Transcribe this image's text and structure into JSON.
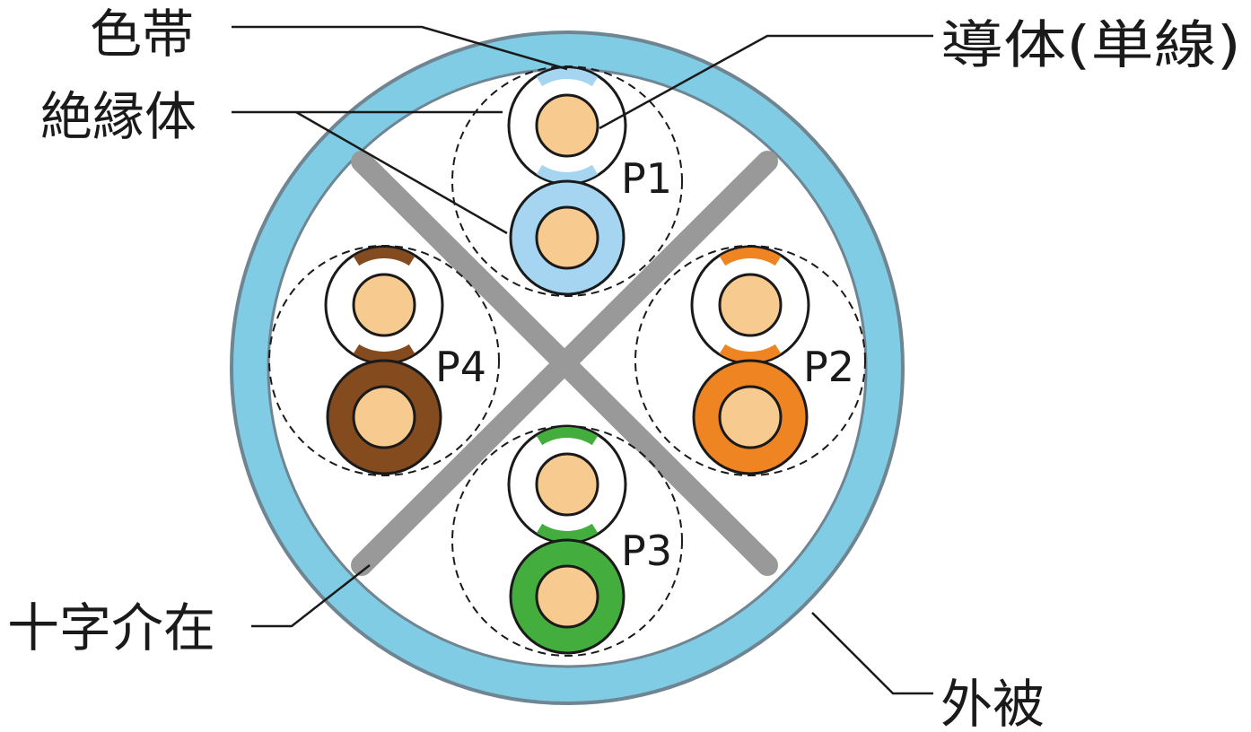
{
  "labels": {
    "color_band": "色帯",
    "insulator": "絶縁体",
    "conductor": "導体(単線)",
    "cross_separator": "十字介在",
    "outer_jacket": "外被"
  },
  "pairs": [
    {
      "name": "P1",
      "color": "#a6d5f2"
    },
    {
      "name": "P2",
      "color": "#ef8423"
    },
    {
      "name": "P3",
      "color": "#43ad3e"
    },
    {
      "name": "P4",
      "color": "#834b1e"
    }
  ],
  "colors": {
    "jacket": "#80cce4",
    "jacket_edge": "#6f8592",
    "conductor": "#f7cb8f",
    "separator": "#999999",
    "line": "#1a1a1a"
  }
}
